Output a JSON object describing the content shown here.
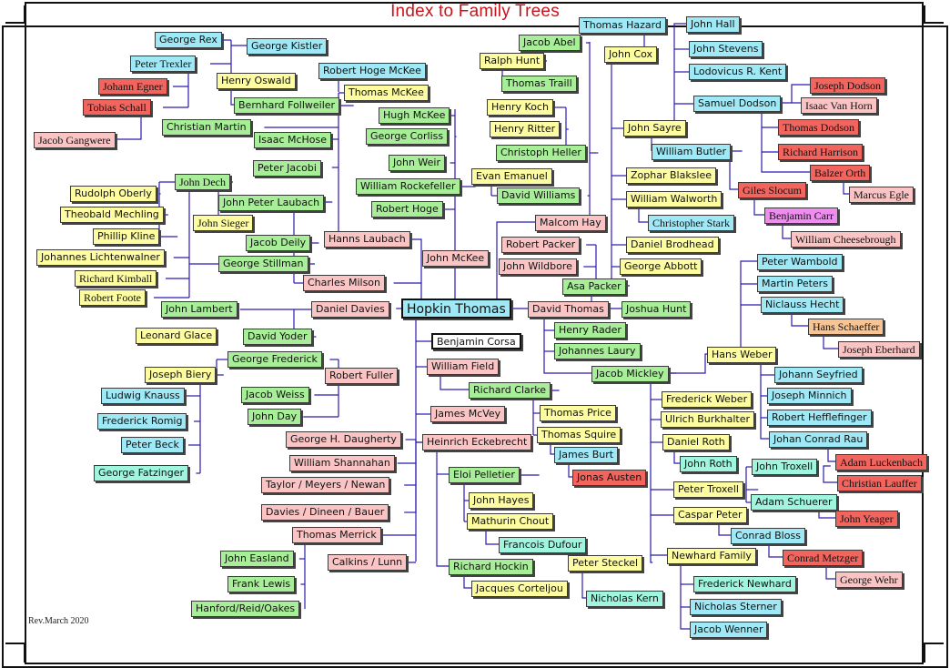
{
  "title": "Index to Family Trees",
  "revision": "Rev.March 2020",
  "colors": {
    "line": "#2b1bb0",
    "blue": "#9fe9f7",
    "green": "#a8ee98",
    "yellow": "#fdfca0",
    "pink": "#fbc4c4",
    "red": "#f2645e",
    "orange": "#f9c494",
    "magenta": "#ef8cef",
    "title": "#c8151c"
  },
  "root": "Hopkin Thomas",
  "names": {
    "george_rex": "George Rex",
    "george_kistler": "George Kistler",
    "peter_trexler": "Peter Trexler",
    "johann_egner": "Johann Egner",
    "henry_oswald": "Henry Oswald",
    "tobias_schall": "Tobias Schall",
    "bernhard_follweiler": "Bernhard Follweiler",
    "christian_martin": "Christian Martin",
    "jacob_gangwere": "Jacob Gangwere",
    "isaac_mchose": "Isaac McHose",
    "peter_jacobi": "Peter Jacobi",
    "john_dech": "John Dech",
    "rudolph_oberly": "Rudolph Oberly",
    "john_peter_laubach": "John Peter Laubach",
    "theobald_mechling": "Theobald Mechling",
    "john_sieger": "John Sieger",
    "phillip_kline": "Phillip Kline",
    "jacob_deily": "Jacob Deily",
    "johannes_lichtenwalner": "Johannes Lichtenwalner",
    "george_stillman": "George Stillman",
    "richard_kimball": "Richard Kimball",
    "robert_foote": "Robert Foote",
    "john_lambert": "John Lambert",
    "leonard_glace": "Leonard Glace",
    "david_yoder": "David Yoder",
    "george_frederick": "George Frederick",
    "joseph_biery": "Joseph Biery",
    "ludwig_knauss": "Ludwig Knauss",
    "jacob_weiss": "Jacob Weiss",
    "frederick_romig": "Frederick Romig",
    "john_day": "John Day",
    "peter_beck": "Peter Beck",
    "george_fatzinger": "George Fatzinger",
    "john_easland": "John Easland",
    "frank_lewis": "Frank Lewis",
    "hanford_reid_oakes": "Hanford/Reid/Oakes",
    "robert_hoge_mckee": "Robert Hoge McKee",
    "thomas_mckee": "Thomas McKee",
    "hugh_mckee": "Hugh McKee",
    "george_corliss": "George Corliss",
    "john_weir": "John Weir",
    "william_rockefeller": "William Rockefeller",
    "robert_hoge": "Robert Hoge",
    "hanns_laubach": "Hanns Laubach",
    "john_mckee": "John McKee",
    "charles_milson": "Charles Milson",
    "daniel_davies": "Daniel Davies",
    "benjamin_corsa": "Benjamin Corsa",
    "robert_fuller": "Robert Fuller",
    "william_field": "William Field",
    "james_mcvey": "James McVey",
    "george_h_daugherty": "George H. Daugherty",
    "heinrich_eckebrecht": "Heinrich Eckebrecht",
    "william_shannahan": "William Shannahan",
    "taylor_meyers_newan": "Taylor / Meyers / Newan",
    "davies_dineen_bauer": "Davies / Dineen / Bauer",
    "thomas_merrick": "Thomas Merrick",
    "calkins_lunn": "Calkins / Lunn",
    "jacob_abel": "Jacob Abel",
    "ralph_hunt": "Ralph Hunt",
    "thomas_traill": "Thomas Traill",
    "henry_koch": "Henry Koch",
    "henry_ritter": "Henry Ritter",
    "christoph_heller": "Christoph Heller",
    "evan_emanuel": "Evan Emanuel",
    "david_williams": "David Williams",
    "malcom_hay": "Malcom Hay",
    "robert_packer": "Robert Packer",
    "john_wildbore": "John Wildbore",
    "asa_packer": "Asa Packer",
    "david_thomas": "David Thomas",
    "joshua_hunt": "Joshua Hunt",
    "henry_rader": "Henry Rader",
    "johannes_laury": "Johannes Laury",
    "jacob_mickley": "Jacob Mickley",
    "richard_clarke": "Richard Clarke",
    "thomas_price": "Thomas Price",
    "thomas_squire": "Thomas Squire",
    "james_burt": "James Burt",
    "jonas_austen": "Jonas Austen",
    "eloi_pelletier": "Eloi Pelletier",
    "john_hayes": "John Hayes",
    "mathurin_chout": "Mathurin Chout",
    "francois_dufour": "Francois Dufour",
    "richard_hockin": "Richard Hockin",
    "jacques_corteljou": "Jacques Corteljou",
    "peter_steckel": "Peter Steckel",
    "nicholas_kern": "Nicholas Kern",
    "thomas_hazard": "Thomas Hazard",
    "john_cox": "John Cox",
    "john_sayre": "John Sayre",
    "william_butler": "William Butler",
    "zophar_blakslee": "Zophar Blakslee",
    "william_walworth": "William Walworth",
    "christopher_stark": "Christopher Stark",
    "daniel_brodhead": "Daniel Brodhead",
    "george_abbott": "George Abbott",
    "john_hall": "John Hall",
    "john_stevens": "John Stevens",
    "lodovicus_r_kent": "Lodovicus R. Kent",
    "samuel_dodson": "Samuel Dodson",
    "joseph_dodson": "Joseph Dodson",
    "isaac_van_horn": "Isaac Van Horn",
    "thomas_dodson": "Thomas Dodson",
    "richard_harrison": "Richard Harrison",
    "balzer_orth": "Balzer Orth",
    "marcus_egle": "Marcus Egle",
    "giles_slocum": "Giles Slocum",
    "benjamin_carr": "Benjamin Carr",
    "william_cheesebrough": "William Cheesebrough",
    "peter_wambold": "Peter Wambold",
    "martin_peters": "Martin Peters",
    "niclauss_hecht": "Niclauss Hecht",
    "hans_schaeffer": "Hans Schaeffer",
    "joseph_eberhard": "Joseph Eberhard",
    "hans_weber": "Hans Weber",
    "johann_seyfried": "Johann Seyfried",
    "joseph_minnich": "Joseph Minnich",
    "robert_hefflefinger": "Robert Hefflefinger",
    "johan_conrad_rau": "Johan Conrad Rau",
    "adam_luckenbach": "Adam Luckenbach",
    "frederick_weber": "Frederick Weber",
    "ulrich_burkhalter": "Ulrich Burkhalter",
    "daniel_roth": "Daniel Roth",
    "john_roth": "John Roth",
    "john_troxell": "John Troxell",
    "christian_lauffer": "Christian Lauffer",
    "peter_troxell": "Peter Troxell",
    "adam_schuerer": "Adam Schuerer",
    "john_yeager": "John Yeager",
    "caspar_peter": "Caspar Peter",
    "conrad_bloss": "Conrad Bloss",
    "conrad_metzger": "Conrad Metzger",
    "george_wehr": "George Wehr",
    "newhard_family": "Newhard Family",
    "frederick_newhard": "Frederick Newhard",
    "nicholas_sterner": "Nicholas Sterner",
    "jacob_wenner": "Jacob Wenner"
  }
}
